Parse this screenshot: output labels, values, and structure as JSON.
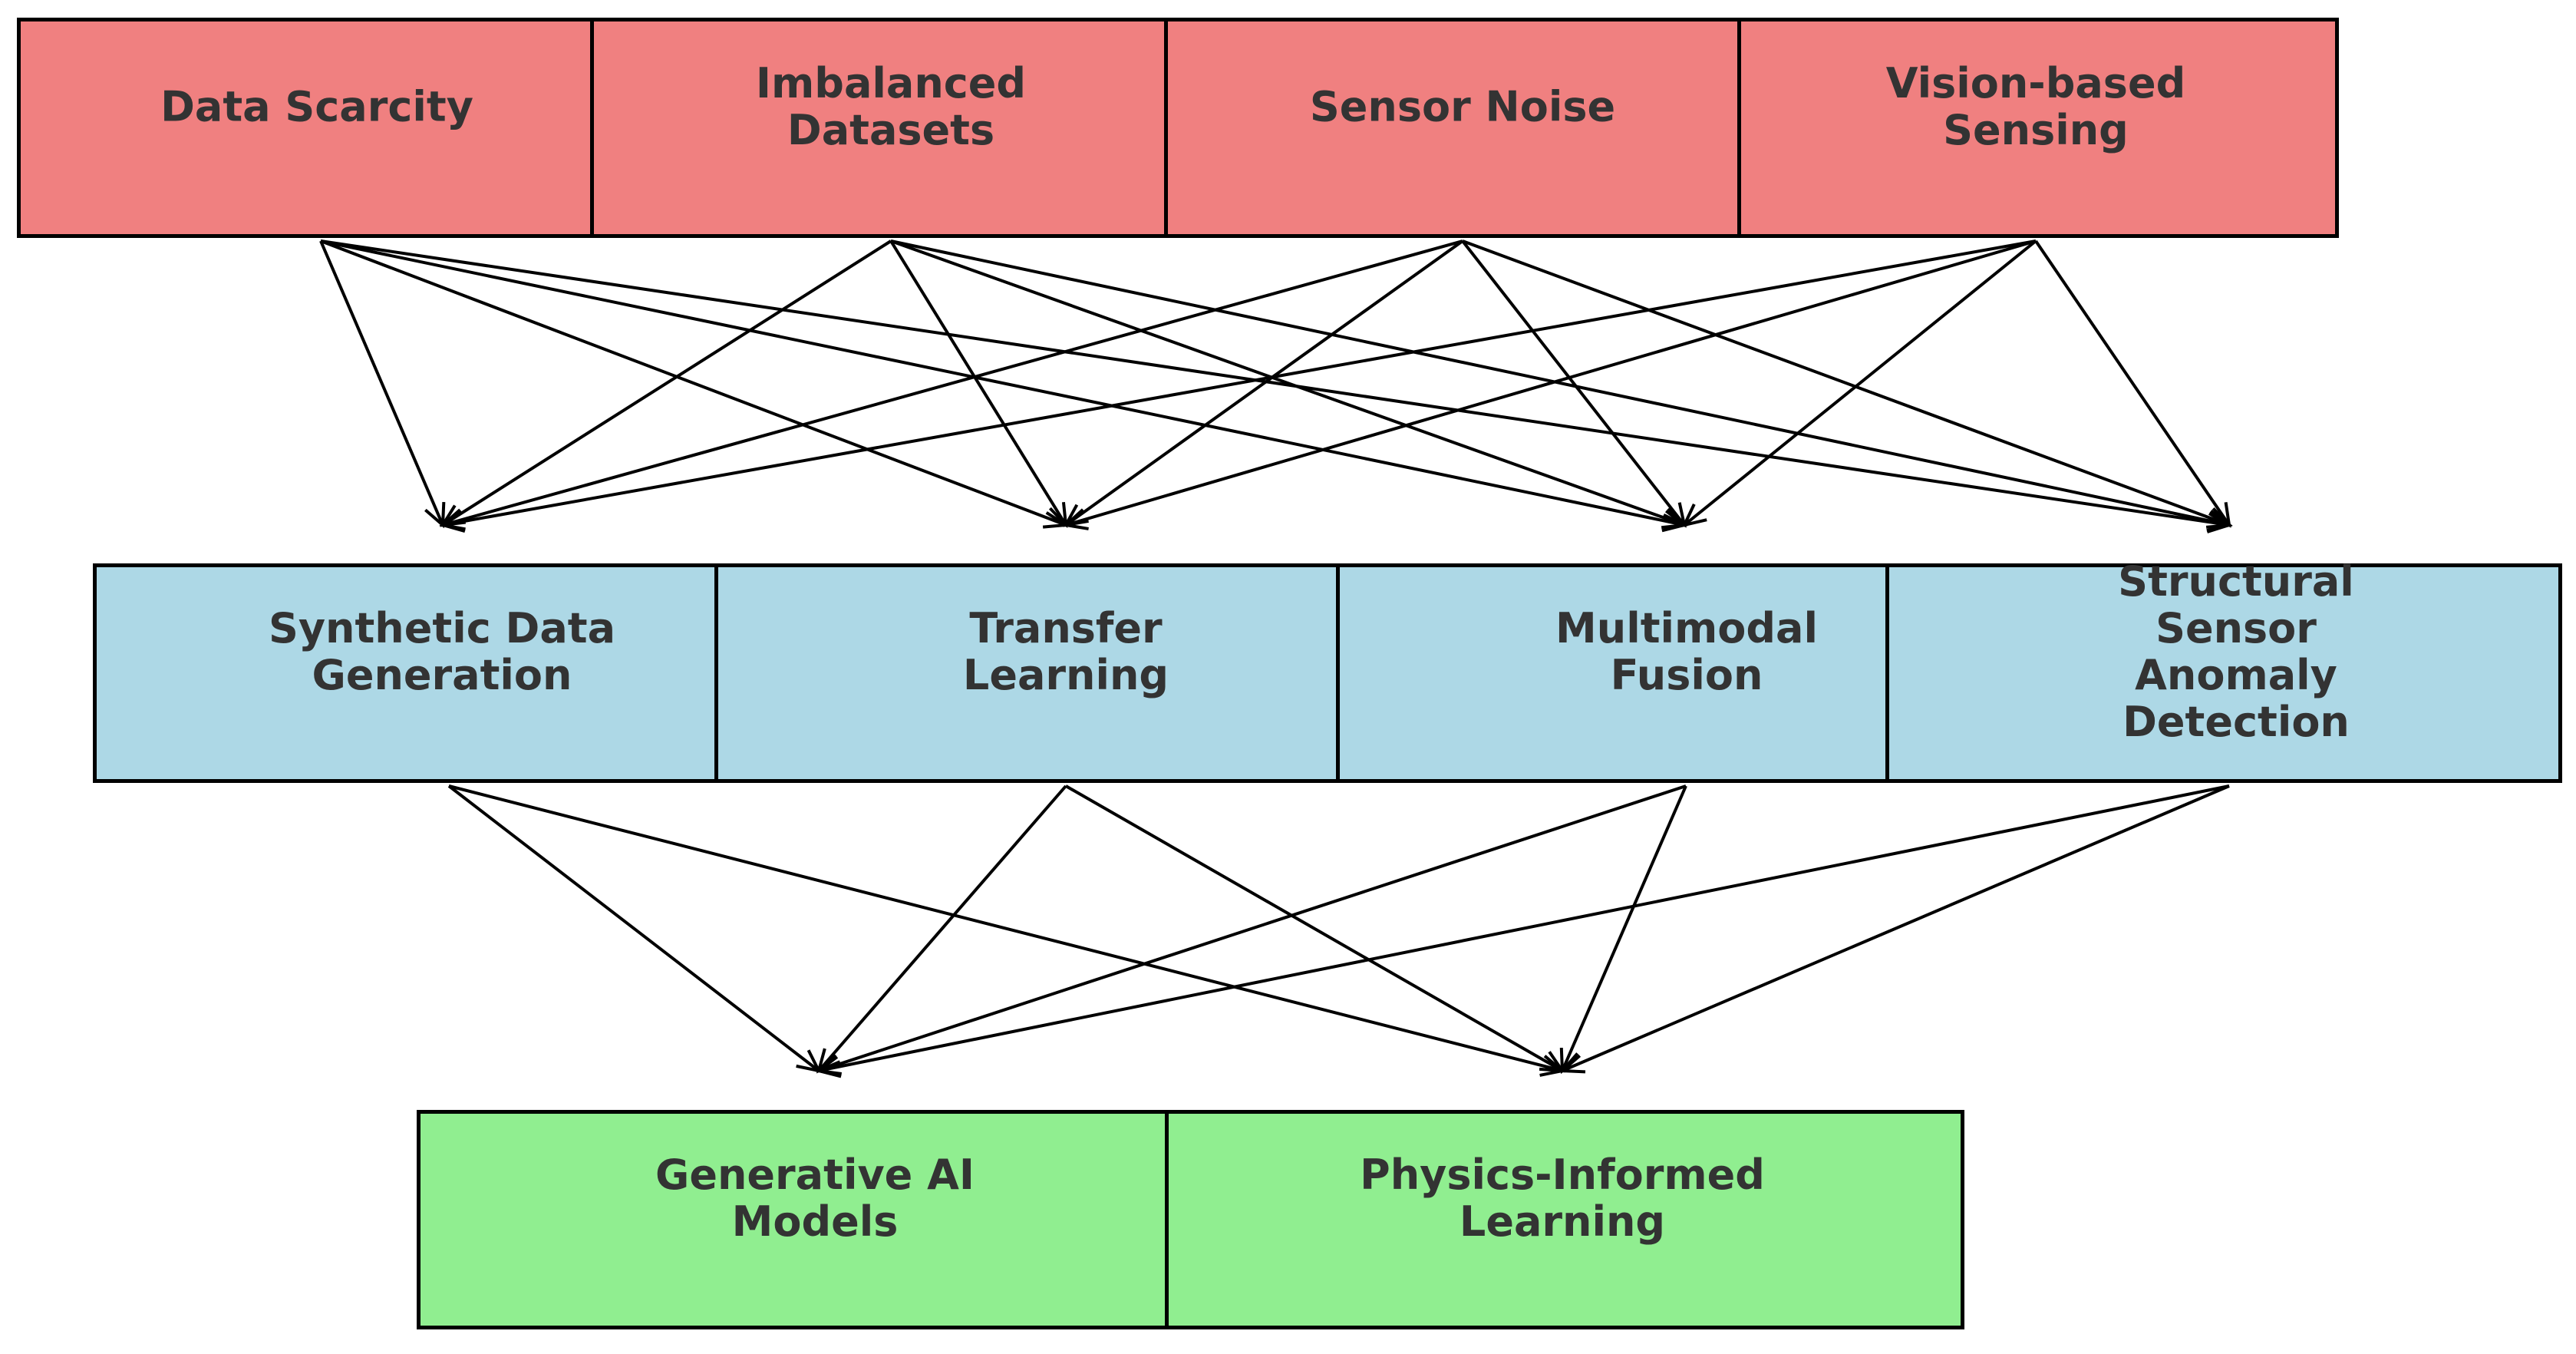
{
  "diagram": {
    "colors": {
      "top": "#f08080",
      "middle": "#add8e6",
      "bottom": "#90ee90",
      "text": "#333333",
      "line": "#000000"
    },
    "top_row": [
      {
        "id": "data-scarcity",
        "label": "Data Scarcity"
      },
      {
        "id": "imbalanced-datasets",
        "label": "Imbalanced\nDatasets"
      },
      {
        "id": "sensor-noise",
        "label": "Sensor Noise"
      },
      {
        "id": "vision-based-sensing",
        "label": "Vision-based\nSensing"
      }
    ],
    "middle_row": [
      {
        "id": "synthetic-data-generation",
        "label": "Synthetic Data\nGeneration"
      },
      {
        "id": "transfer-learning",
        "label": "Transfer\nLearning"
      },
      {
        "id": "multimodal-fusion",
        "label": "Multimodal\nFusion"
      },
      {
        "id": "structural-sensor-anomaly-detection",
        "label": "Structural Sensor\nAnomaly Detection"
      }
    ],
    "bottom_row": [
      {
        "id": "generative-ai-models",
        "label": "Generative AI\nModels"
      },
      {
        "id": "physics-informed-learning",
        "label": "Physics-Informed\nLearning"
      }
    ],
    "edges": [
      [
        "data-scarcity",
        "synthetic-data-generation"
      ],
      [
        "data-scarcity",
        "transfer-learning"
      ],
      [
        "data-scarcity",
        "multimodal-fusion"
      ],
      [
        "data-scarcity",
        "structural-sensor-anomaly-detection"
      ],
      [
        "imbalanced-datasets",
        "synthetic-data-generation"
      ],
      [
        "imbalanced-datasets",
        "transfer-learning"
      ],
      [
        "imbalanced-datasets",
        "multimodal-fusion"
      ],
      [
        "imbalanced-datasets",
        "structural-sensor-anomaly-detection"
      ],
      [
        "sensor-noise",
        "synthetic-data-generation"
      ],
      [
        "sensor-noise",
        "transfer-learning"
      ],
      [
        "sensor-noise",
        "multimodal-fusion"
      ],
      [
        "sensor-noise",
        "structural-sensor-anomaly-detection"
      ],
      [
        "vision-based-sensing",
        "synthetic-data-generation"
      ],
      [
        "vision-based-sensing",
        "transfer-learning"
      ],
      [
        "vision-based-sensing",
        "multimodal-fusion"
      ],
      [
        "vision-based-sensing",
        "structural-sensor-anomaly-detection"
      ],
      [
        "synthetic-data-generation",
        "generative-ai-models"
      ],
      [
        "synthetic-data-generation",
        "physics-informed-learning"
      ],
      [
        "transfer-learning",
        "generative-ai-models"
      ],
      [
        "transfer-learning",
        "physics-informed-learning"
      ],
      [
        "multimodal-fusion",
        "generative-ai-models"
      ],
      [
        "multimodal-fusion",
        "physics-informed-learning"
      ],
      [
        "structural-sensor-anomaly-detection",
        "generative-ai-models"
      ],
      [
        "structural-sensor-anomaly-detection",
        "physics-informed-learning"
      ]
    ]
  }
}
